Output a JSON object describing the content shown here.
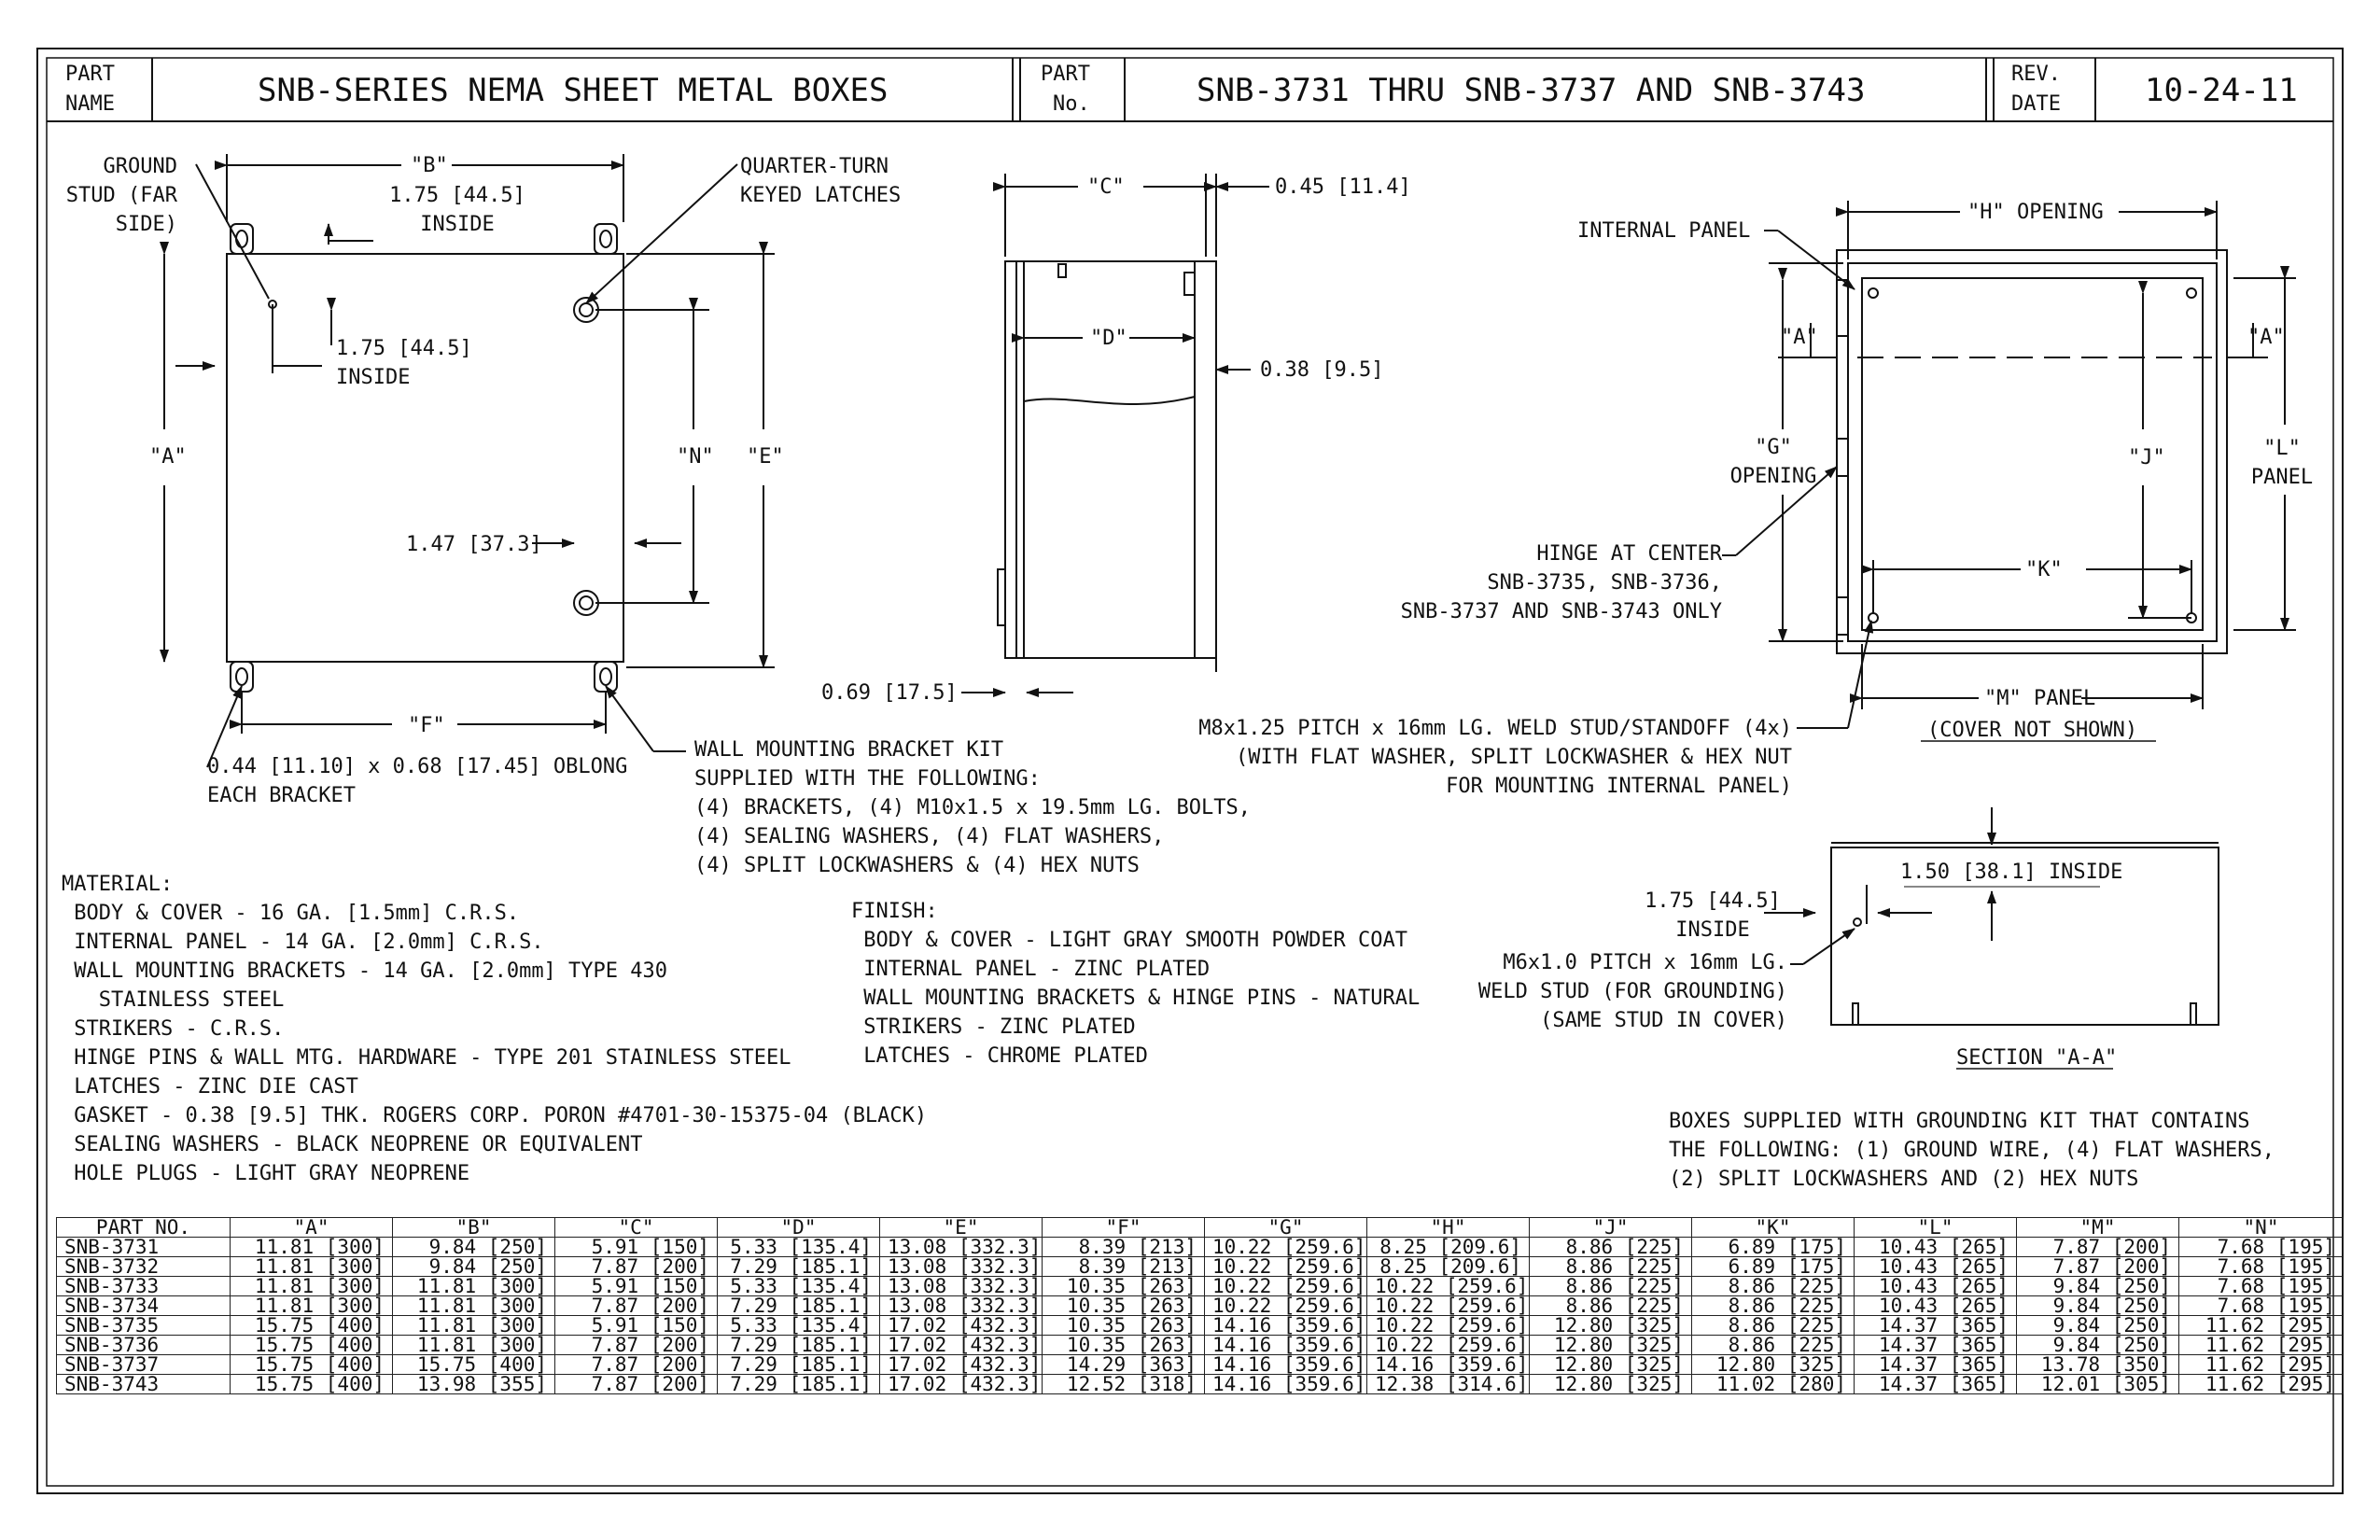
{
  "title_block": {
    "part_name_label": "PART\nNAME",
    "part_name_value": "SNB-SERIES NEMA SHEET METAL BOXES",
    "part_no_label": "PART\nNo.",
    "part_no_value": "SNB-3731 THRU SNB-3737  AND  SNB-3743",
    "rev_label": "REV.\nDATE",
    "rev_value": "10-24-11"
  },
  "front_view": {
    "ground_stud": "GROUND\nSTUD (FAR\nSIDE)",
    "dim_b": "\"B\"",
    "inside_top": "1.75 [44.5]\nINSIDE",
    "inside_left": "1.75 [44.5]\nINSIDE",
    "latches": "QUARTER-TURN\nKEYED LATCHES",
    "dim_a": "\"A\"",
    "dim_n": "\"N\"",
    "dim_e": "\"E\"",
    "latch_offset": "1.47 [37.3]",
    "dim_f": "\"F\"",
    "oblong": "0.44 [11.10] x 0.68 [17.45] OBLONG\nEACH BRACKET",
    "bracket_kit": "WALL MOUNTING BRACKET KIT\nSUPPLIED WITH THE FOLLOWING:\n(4) BRACKETS, (4) M10x1.5 x 19.5mm LG. BOLTS,\n(4) SEALING WASHERS, (4) FLAT WASHERS,\n(4) SPLIT LOCKWASHERS & (4) HEX NUTS"
  },
  "side_view": {
    "dim_c": "\"C\"",
    "dim_045": "0.45 [11.4]",
    "dim_d": "\"D\"",
    "dim_038": "0.38 [9.5]",
    "dim_069": "0.69 [17.5]"
  },
  "interior_view": {
    "h_opening": "\"H\" OPENING",
    "internal_panel": "INTERNAL PANEL",
    "section_a_left": "\"A\"",
    "section_a_right": "\"A\"",
    "g_opening": "\"G\"\nOPENING",
    "dim_j": "\"J\"",
    "l_panel": "\"L\"\nPANEL",
    "hinge": "HINGE AT CENTER\nSNB-3735, SNB-3736,\nSNB-3737 AND SNB-3743 ONLY",
    "dim_k": "\"K\"",
    "m_panel": "\"M\" PANEL",
    "cover_not_shown": "(COVER NOT SHOWN)",
    "weld_stud": "M8x1.25 PITCH x 16mm LG. WELD STUD/STANDOFF (4x)\n(WITH FLAT WASHER, SPLIT LOCKWASHER & HEX NUT\nFOR MOUNTING INTERNAL PANEL)"
  },
  "section_view": {
    "inside_150": "1.50 [38.1] INSIDE",
    "inside_175": "1.75 [44.5]\nINSIDE",
    "ground_stud": "M6x1.0 PITCH x 16mm LG.\nWELD STUD (FOR GROUNDING)\n(SAME STUD IN COVER)",
    "title": "SECTION \"A-A\""
  },
  "notes": {
    "material": "MATERIAL:\n BODY & COVER - 16 GA. [1.5mm] C.R.S.\n INTERNAL PANEL - 14 GA. [2.0mm] C.R.S.\n WALL MOUNTING BRACKETS - 14 GA. [2.0mm] TYPE 430\n   STAINLESS STEEL\n STRIKERS - C.R.S.\n HINGE PINS & WALL MTG. HARDWARE - TYPE 201 STAINLESS STEEL\n LATCHES - ZINC DIE CAST\n GASKET - 0.38 [9.5] THK. ROGERS CORP. PORON #4701-30-15375-04 (BLACK)\n SEALING WASHERS - BLACK NEOPRENE OR EQUIVALENT\n HOLE PLUGS - LIGHT GRAY NEOPRENE",
    "finish": "FINISH:\n BODY & COVER - LIGHT GRAY SMOOTH POWDER COAT\n INTERNAL PANEL - ZINC PLATED\n WALL MOUNTING BRACKETS & HINGE PINS - NATURAL\n STRIKERS - ZINC PLATED\n LATCHES - CHROME PLATED",
    "grounding_kit": "BOXES SUPPLIED WITH GROUNDING KIT THAT CONTAINS\nTHE FOLLOWING: (1) GROUND WIRE, (4) FLAT WASHERS,\n(2) SPLIT LOCKWASHERS AND (2) HEX NUTS"
  },
  "table": {
    "headers": [
      "PART NO.",
      "\"A\"",
      "\"B\"",
      "\"C\"",
      "\"D\"",
      "\"E\"",
      "\"F\"",
      "\"G\"",
      "\"H\"",
      "\"J\"",
      "\"K\"",
      "\"L\"",
      "\"M\"",
      "\"N\""
    ],
    "rows": [
      [
        "SNB-3731",
        "11.81 [300]",
        "9.84 [250]",
        "5.91 [150]",
        "5.33 [135.4]",
        "13.08 [332.3]",
        "8.39 [213]",
        "10.22 [259.6]",
        "8.25 [209.6]",
        "8.86 [225]",
        "6.89 [175]",
        "10.43 [265]",
        "7.87 [200]",
        "7.68 [195]"
      ],
      [
        "SNB-3732",
        "11.81 [300]",
        "9.84 [250]",
        "7.87 [200]",
        "7.29 [185.1]",
        "13.08 [332.3]",
        "8.39 [213]",
        "10.22 [259.6]",
        "8.25 [209.6]",
        "8.86 [225]",
        "6.89 [175]",
        "10.43 [265]",
        "7.87 [200]",
        "7.68 [195]"
      ],
      [
        "SNB-3733",
        "11.81 [300]",
        "11.81 [300]",
        "5.91 [150]",
        "5.33 [135.4]",
        "13.08 [332.3]",
        "10.35 [263]",
        "10.22 [259.6]",
        "10.22 [259.6]",
        "8.86 [225]",
        "8.86 [225]",
        "10.43 [265]",
        "9.84 [250]",
        "7.68 [195]"
      ],
      [
        "SNB-3734",
        "11.81 [300]",
        "11.81 [300]",
        "7.87 [200]",
        "7.29 [185.1]",
        "13.08 [332.3]",
        "10.35 [263]",
        "10.22 [259.6]",
        "10.22 [259.6]",
        "8.86 [225]",
        "8.86 [225]",
        "10.43 [265]",
        "9.84 [250]",
        "7.68 [195]"
      ],
      [
        "SNB-3735",
        "15.75 [400]",
        "11.81 [300]",
        "5.91 [150]",
        "5.33 [135.4]",
        "17.02 [432.3]",
        "10.35 [263]",
        "14.16 [359.6]",
        "10.22 [259.6]",
        "12.80 [325]",
        "8.86 [225]",
        "14.37 [365]",
        "9.84 [250]",
        "11.62 [295]"
      ],
      [
        "SNB-3736",
        "15.75 [400]",
        "11.81 [300]",
        "7.87 [200]",
        "7.29 [185.1]",
        "17.02 [432.3]",
        "10.35 [263]",
        "14.16 [359.6]",
        "10.22 [259.6]",
        "12.80 [325]",
        "8.86 [225]",
        "14.37 [365]",
        "9.84 [250]",
        "11.62 [295]"
      ],
      [
        "SNB-3737",
        "15.75 [400]",
        "15.75 [400]",
        "7.87 [200]",
        "7.29 [185.1]",
        "17.02 [432.3]",
        "14.29 [363]",
        "14.16 [359.6]",
        "14.16 [359.6]",
        "12.80 [325]",
        "12.80 [325]",
        "14.37 [365]",
        "13.78 [350]",
        "11.62 [295]"
      ],
      [
        "SNB-3743",
        "15.75 [400]",
        "13.98 [355]",
        "7.87 [200]",
        "7.29 [185.1]",
        "17.02 [432.3]",
        "12.52 [318]",
        "14.16 [359.6]",
        "12.38 [314.6]",
        "12.80 [325]",
        "11.02 [280]",
        "14.37 [365]",
        "12.01 [305]",
        "11.62 [295]"
      ]
    ]
  }
}
